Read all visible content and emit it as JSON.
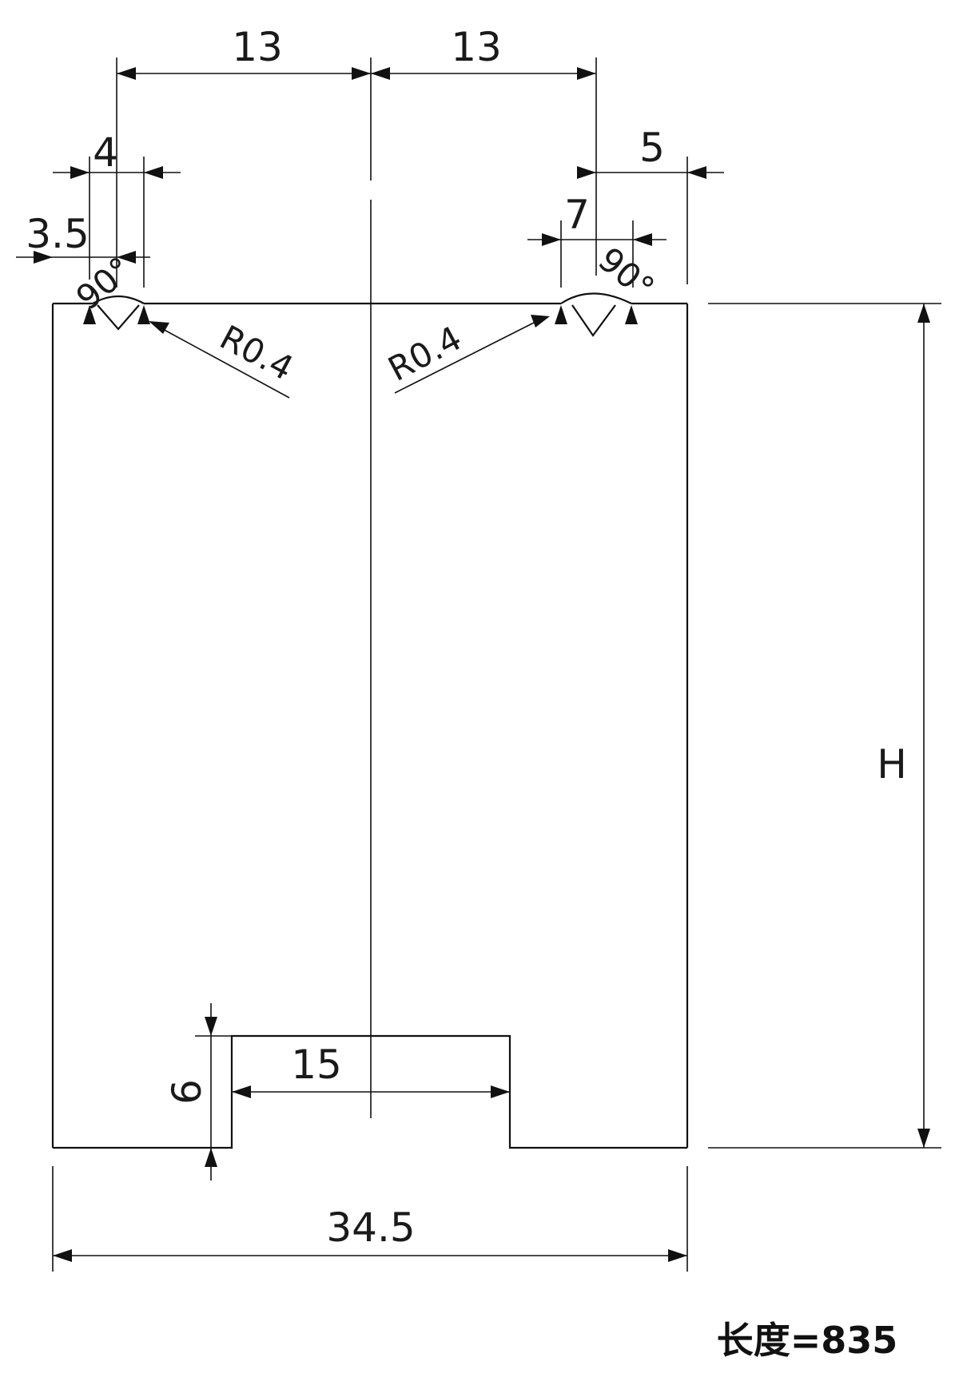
{
  "drawing": {
    "dims": {
      "top_left_13": "13",
      "top_right_13": "13",
      "left_notch_4": "4",
      "left_notch_3_5": "3.5",
      "left_angle": "90°",
      "right_notch_5": "5",
      "right_notch_7": "7",
      "right_angle": "90°",
      "left_radius": "R0.4",
      "right_radius": "R0.4",
      "height": "H",
      "slot_width": "15",
      "slot_depth": "6",
      "overall_width": "34.5"
    },
    "length_note": "长度=835"
  }
}
